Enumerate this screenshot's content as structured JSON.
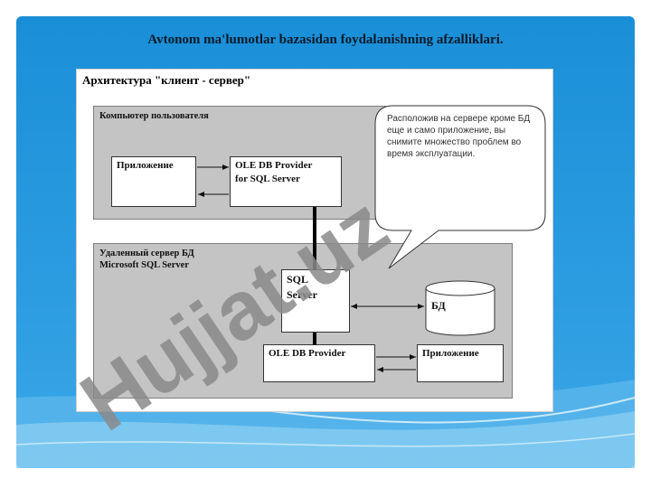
{
  "slide": {
    "title": "Avtonom ma'lumotlar bazasidan foydalanishning afzalliklari."
  },
  "diagram": {
    "title": "Архитектура \"клиент - сервер\"",
    "client_panel": {
      "label": "Компьютер пользователя",
      "app_box": "Приложение",
      "provider_box_line1": "OLE DB Provider",
      "provider_box_line2": "for SQL Server"
    },
    "server_panel": {
      "label_line1": "Удаленный сервер БД",
      "label_line2": "Microsoft SQL Server",
      "sql_box_line1": "SQL",
      "sql_box_line2": "Server",
      "db_label": "БД",
      "provider_box": "OLE DB Provider",
      "app_box": "Приложение"
    },
    "callout": "Расположив на сервере кроме БД еще и само приложение, вы снимите множество проблем во время эксплуатации."
  },
  "watermark": {
    "text": "Hujjat.uz",
    "color": "#8a8a8a"
  },
  "colors": {
    "slide_blue": "#1a8fd8",
    "panel_gray": "#c4c4c4"
  }
}
